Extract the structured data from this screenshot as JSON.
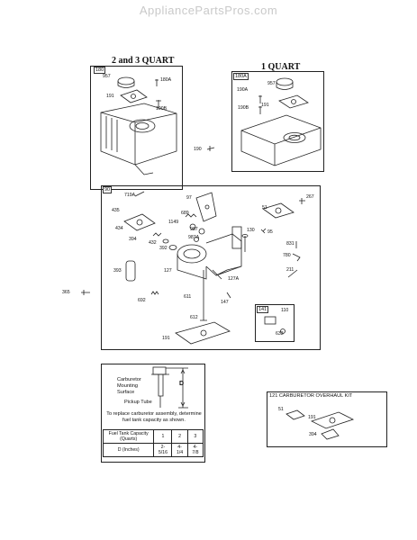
{
  "watermark": "AppliancePartsPros.com",
  "headers": {
    "two_three_quart": "2 and 3 QUART",
    "one_quart": "1 QUART"
  },
  "group_tags": {
    "g180": "180",
    "g180a": "180A",
    "g90": "90",
    "g141": "141"
  },
  "callouts": {
    "c957a": "957",
    "c180A": "180A",
    "c191a": "191",
    "c190B": "190B",
    "c957b": "957",
    "c190A": "190A",
    "c190B_b": "190B",
    "c191b": "191",
    "c190": "190",
    "c719A": "719A",
    "c97": "97",
    "c267": "267",
    "c435": "435",
    "c51": "51",
    "c689": "689",
    "c1149": "1149",
    "c434": "434",
    "c987": "987",
    "c987A": "987A",
    "c130": "130",
    "c95": "95",
    "c394": "394",
    "c432": "432",
    "c392": "392",
    "c831": "831",
    "c780": "780",
    "c211": "211",
    "c393": "393",
    "c127": "127",
    "c127A": "127A",
    "c365": "365",
    "c692": "692",
    "c611": "611",
    "c147": "147",
    "c110": "110",
    "c633": "633",
    "c612": "612",
    "c191c": "191",
    "c51b": "51",
    "c191d": "191",
    "c394b": "394"
  },
  "measure": {
    "label_mount": "Carburetor\nMounting\nSurface",
    "label_pickup": "Pickup Tube",
    "d_label": "D",
    "instruction": "To replace carburetor assembly, determine fuel tank capacity as shown."
  },
  "capacity_table": {
    "row1_header": "Fuel Tank Capacity (Quarts)",
    "row1": [
      "1",
      "2",
      "3"
    ],
    "row2_header": "D (Inches)",
    "row2": [
      "2-5/16",
      "4-1/4",
      "4-7/8"
    ]
  },
  "overhaul_kit": {
    "title": "121 CARBURETOR OVERHAUL KIT"
  }
}
